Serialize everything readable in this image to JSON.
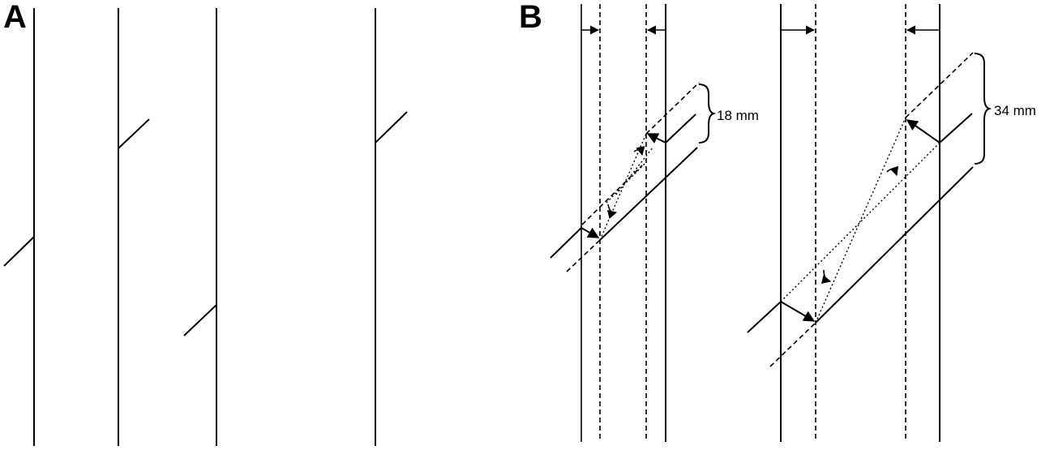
{
  "panels": {
    "a": {
      "letter": "A"
    },
    "b": {
      "letter": "B",
      "left_figure": {
        "dimension": "18 mm"
      },
      "right_figure": {
        "dimension": "34 mm"
      }
    }
  }
}
